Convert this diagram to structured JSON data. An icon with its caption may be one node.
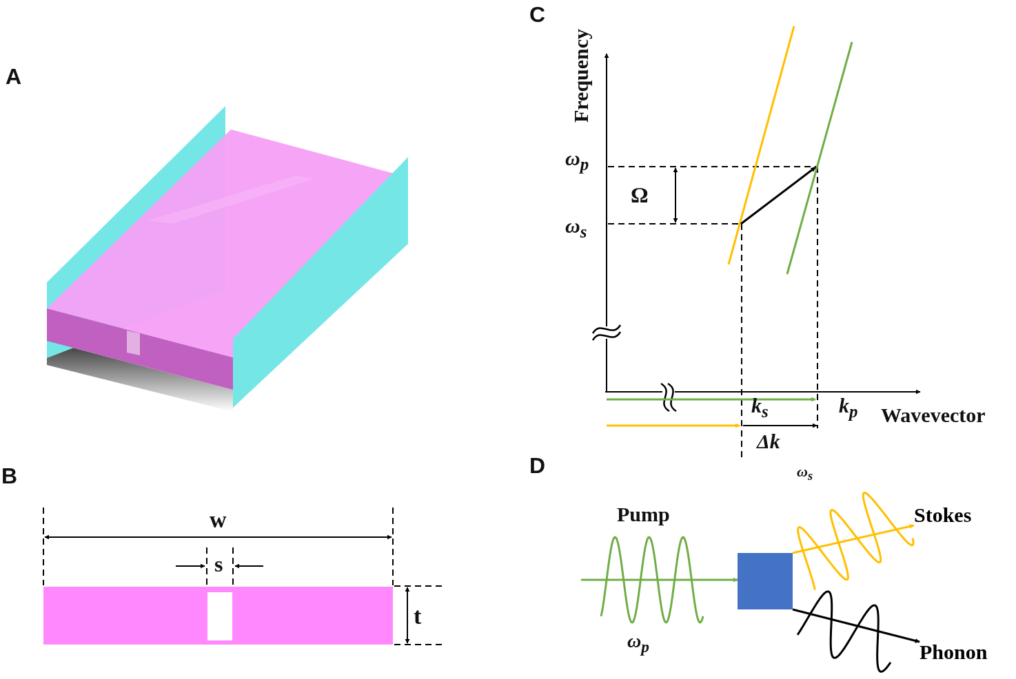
{
  "diagram": {
    "nodes": [
      {
        "text": [],
        "shape": "box"
      },
      {
        "text": [
          "Stokes"
        ]
      },
      {
        "text": [
          "Phonon"
        ]
      }
    ],
    "edges": [
      {
        "from": null,
        "to": 0,
        "arrow": "to",
        "color": "#70ad47"
      },
      {
        "from": 0,
        "to": 1,
        "arrow": "to",
        "color": "#ffc000"
      },
      {
        "from": 0,
        "to": 2,
        "arrow": "to",
        "color": "#000000"
      }
    ],
    "labels": [
      "A",
      "C",
      "Frequency",
      "ω$_{p}$",
      "Ω",
      "ω$_{s}$",
      "k$_{s}$",
      "k$_{p}$",
      "Wavevector",
      "Δk",
      "B",
      "w",
      "s",
      "t",
      "D",
      "ω$_{s}$",
      "Pump",
      "ω$_{p}$"
    ]
  }
}
